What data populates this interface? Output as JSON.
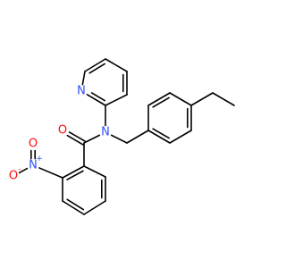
{
  "atoms": [
    {
      "id": "N_amide",
      "symbol": "N",
      "color": "#3050F8",
      "charge": ""
    },
    {
      "id": "O_carbonyl",
      "symbol": "O",
      "color": "#FF0D0D",
      "charge": ""
    },
    {
      "id": "N_pyridine",
      "symbol": "N",
      "color": "#3050F8",
      "charge": ""
    },
    {
      "id": "N_nitro",
      "symbol": "N",
      "color": "#3050F8",
      "charge": "+"
    },
    {
      "id": "O_nitro_double",
      "symbol": "O",
      "color": "#FF0D0D",
      "charge": ""
    },
    {
      "id": "O_nitro_single",
      "symbol": "O",
      "color": "#FF0D0D",
      "charge": "-"
    }
  ],
  "colors": {
    "bond": "#000000",
    "nitrogen": "#3050F8",
    "oxygen": "#FF0D0D"
  }
}
